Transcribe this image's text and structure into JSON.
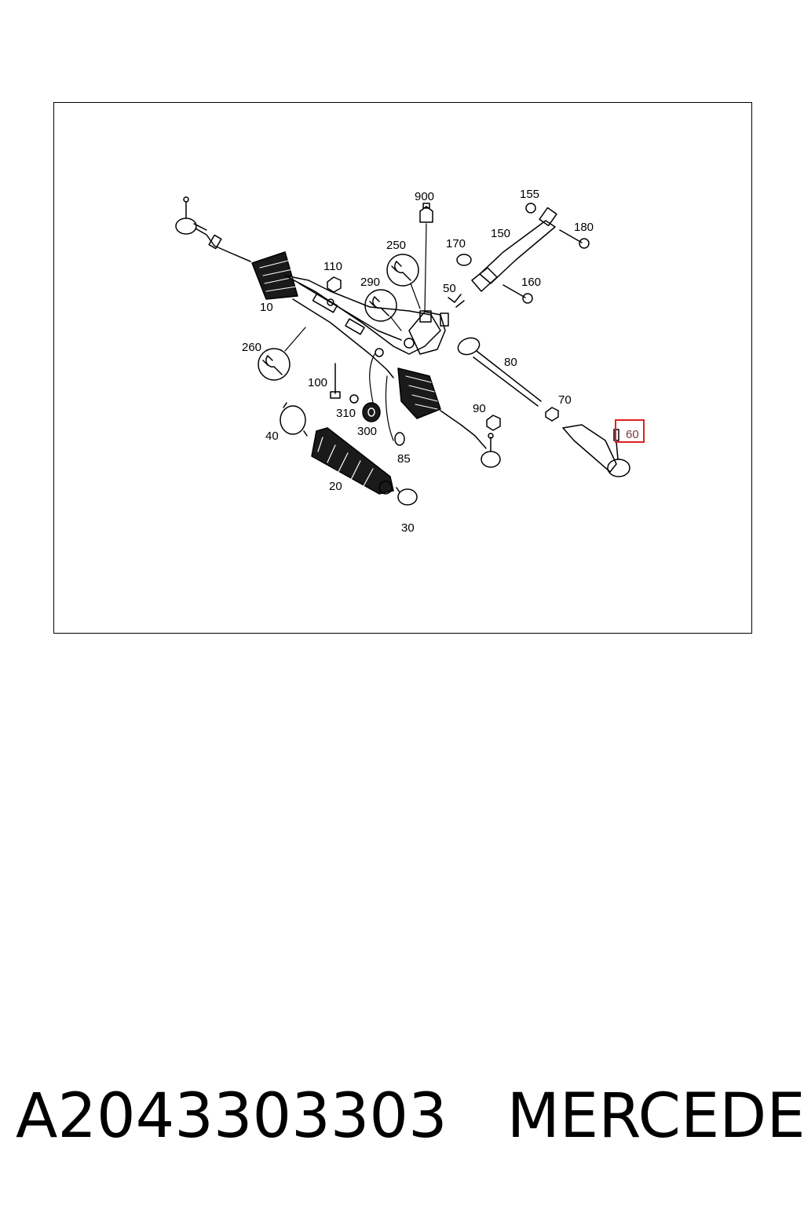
{
  "part_labels": [
    {
      "id": "900",
      "text": "900"
    },
    {
      "id": "155",
      "text": "155"
    },
    {
      "id": "180",
      "text": "180"
    },
    {
      "id": "150",
      "text": "150"
    },
    {
      "id": "250",
      "text": "250"
    },
    {
      "id": "170",
      "text": "170"
    },
    {
      "id": "110",
      "text": "110"
    },
    {
      "id": "290",
      "text": "290"
    },
    {
      "id": "160",
      "text": "160"
    },
    {
      "id": "50",
      "text": "50"
    },
    {
      "id": "10",
      "text": "10"
    },
    {
      "id": "260",
      "text": "260"
    },
    {
      "id": "80",
      "text": "80"
    },
    {
      "id": "100",
      "text": "100"
    },
    {
      "id": "70",
      "text": "70"
    },
    {
      "id": "310",
      "text": "310"
    },
    {
      "id": "90",
      "text": "90"
    },
    {
      "id": "60",
      "text": "60"
    },
    {
      "id": "300",
      "text": "300"
    },
    {
      "id": "40",
      "text": "40"
    },
    {
      "id": "85",
      "text": "85"
    },
    {
      "id": "20",
      "text": "20"
    },
    {
      "id": "30",
      "text": "30"
    }
  ],
  "highlighted_part": "60",
  "highlight_color": "#e02020",
  "caption": {
    "part_number": "A2043303303",
    "brand": "MERCEDES"
  }
}
